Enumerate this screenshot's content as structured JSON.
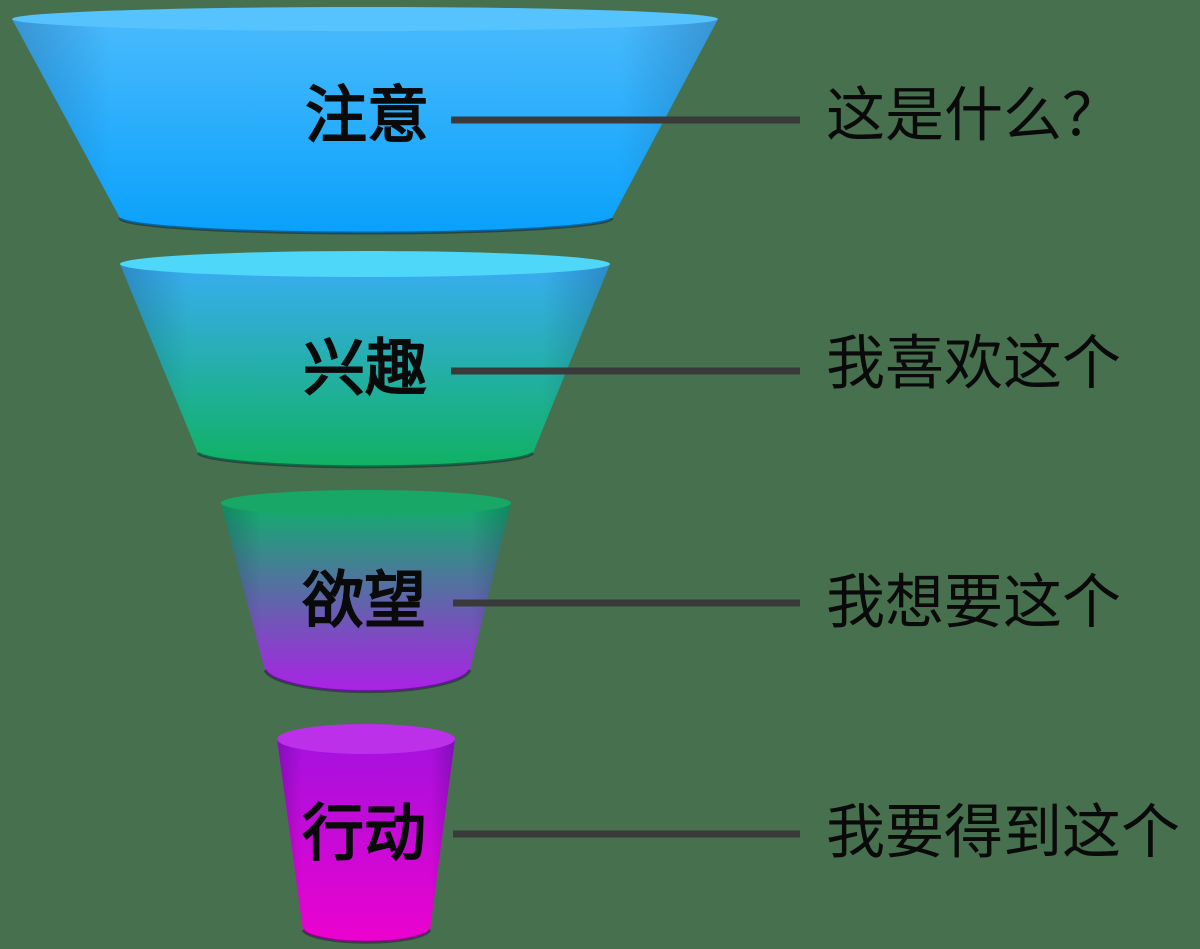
{
  "background": "#47714E",
  "connector": {
    "color": "#3A3A3A"
  },
  "text_color": "#0A0A0A",
  "funnel": {
    "stages": [
      {
        "id": "attention",
        "label": "注意",
        "callout": "这是什么？",
        "ellipse_fill": "#56C3FF",
        "gradient_top": "#49BAFD",
        "gradient_bottom": "#0AA1FB"
      },
      {
        "id": "interest",
        "label": "兴趣",
        "callout": "我喜欢这个",
        "ellipse_fill": "#4ED7F9",
        "gradient_top": "#39ADF3",
        "gradient_bottom": "#10B163"
      },
      {
        "id": "desire",
        "label": "欲望",
        "callout": "我想要这个",
        "ellipse_fill": "#18A766",
        "gradient_top": "#10AE6B",
        "gradient_bottom": "#AB21E6"
      },
      {
        "id": "action",
        "label": "行动",
        "callout": "我要得到这个",
        "ellipse_fill": "#BC30E9",
        "gradient_top": "#A411DF",
        "gradient_bottom": "#EC02CE"
      }
    ]
  },
  "chart_data": {
    "type": "funnel",
    "title": "",
    "stages": [
      "注意",
      "兴趣",
      "欲望",
      "行动"
    ],
    "captions": [
      "这是什么？",
      "我喜欢这个",
      "我想要这个",
      "我要得到这个"
    ],
    "legend_position": "right-callouts",
    "orientation": "top-down"
  }
}
